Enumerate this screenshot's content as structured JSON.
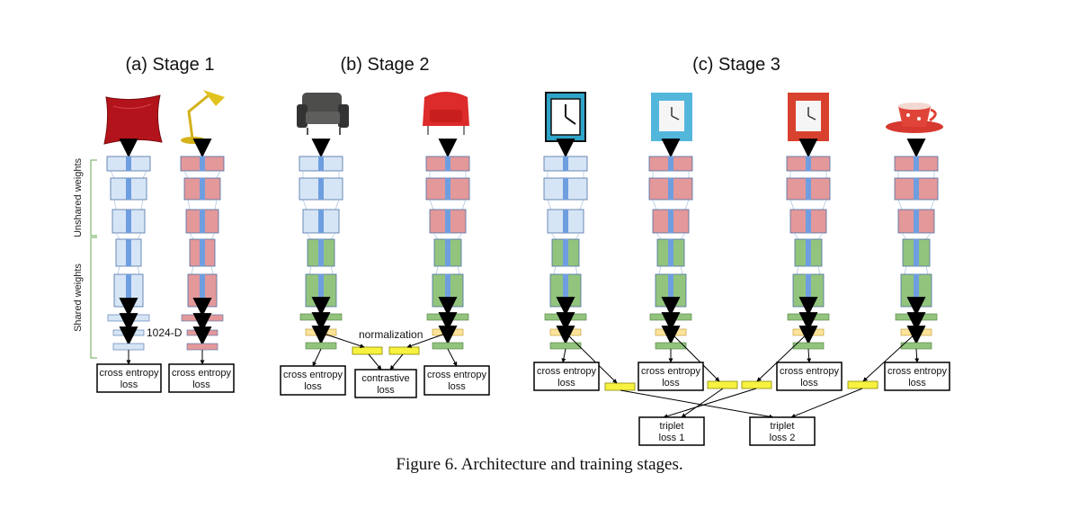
{
  "stages": [
    {
      "id": "stage1",
      "title": "(a) Stage 1"
    },
    {
      "id": "stage2",
      "title": "(b) Stage 2"
    },
    {
      "id": "stage3",
      "title": "(c) Stage 3"
    }
  ],
  "side_labels": {
    "unshared": "Unshared weights",
    "shared": "Shared weights"
  },
  "feature_dim_label": "1024-D",
  "normalization_label": "normalization",
  "losses": {
    "cross_entropy": [
      "cross entropy",
      "loss"
    ],
    "contrastive": [
      "contrastive",
      "loss"
    ],
    "triplet1": [
      "triplet",
      "loss 1"
    ],
    "triplet2": [
      "triplet",
      "loss 2"
    ]
  },
  "branch_images": [
    "pillow",
    "desk-lamp",
    "armchair",
    "red-tub-chair",
    "clock-drawing",
    "blue-wall-clock",
    "red-wall-clock",
    "teacup"
  ],
  "colors": {
    "domain_a": "#d6e5f5",
    "domain_b": "#e3989a",
    "shared": "#93c47d",
    "normalization": "#fde39a",
    "triplet_embed": "#f7f240",
    "center_stripe": "#6f9ee0",
    "brace": "#6aa84f"
  },
  "caption": "Figure 6. Architecture and training stages."
}
